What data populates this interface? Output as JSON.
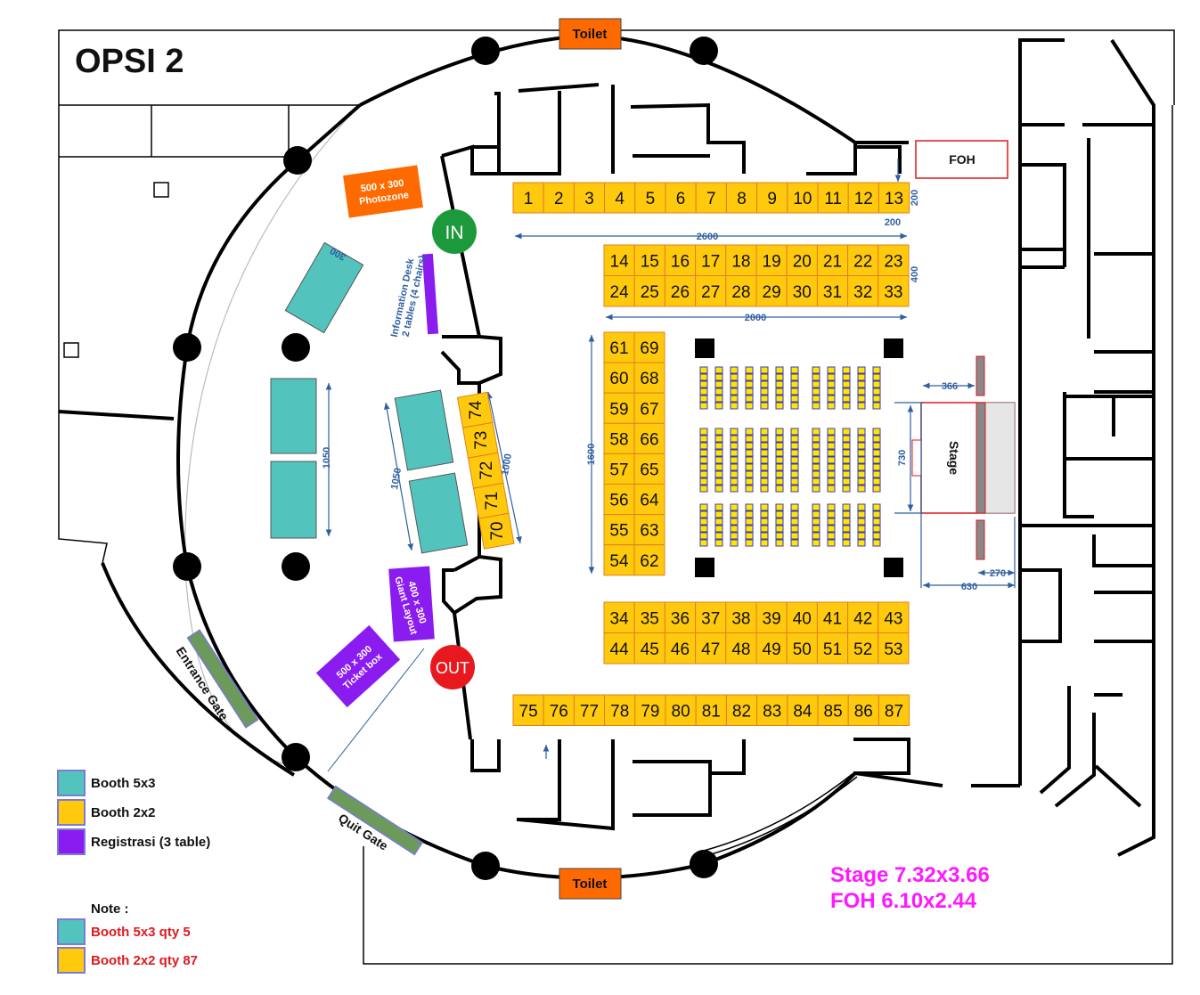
{
  "title": "OPSI 2",
  "labels": {
    "toilet_top": "Toilet",
    "toilet_bottom": "Toilet",
    "foh": "FOH",
    "stage": "Stage",
    "in": "IN",
    "out": "OUT",
    "photozone_size": "500 x 300",
    "photozone_name": "Photozone",
    "info_desk_line1": "Information Desk",
    "info_desk_line2": "2 tables (4 chairs)",
    "giant_layout_size": "400 x 300",
    "giant_layout_name": "Giant Layout",
    "ticket_box_size": "500 x 300",
    "ticket_box_name": "Ticket box",
    "entrance_gate": "Entrance Gate",
    "quit_gate": "Quit Gate"
  },
  "dimensions": {
    "d200_a": "200",
    "d200_b": "200",
    "d2600": "2600",
    "d400": "400",
    "d2000": "2000",
    "d300": "300",
    "d1050_left": "1050",
    "d1050_mid": "1050",
    "d1000": "1000",
    "d1600": "1600",
    "d366": "366",
    "d730": "730",
    "d270": "270",
    "d630": "630"
  },
  "booths_2x2": {
    "row1": [
      "1",
      "2",
      "3",
      "4",
      "5",
      "6",
      "7",
      "8",
      "9",
      "10",
      "11",
      "12",
      "13"
    ],
    "row2": [
      "14",
      "15",
      "16",
      "17",
      "18",
      "19",
      "20",
      "21",
      "22",
      "23"
    ],
    "row3": [
      "24",
      "25",
      "26",
      "27",
      "28",
      "29",
      "30",
      "31",
      "32",
      "33"
    ],
    "row4": [
      "34",
      "35",
      "36",
      "37",
      "38",
      "39",
      "40",
      "41",
      "42",
      "43"
    ],
    "row5": [
      "44",
      "45",
      "46",
      "47",
      "48",
      "49",
      "50",
      "51",
      "52",
      "53"
    ],
    "row6": [
      "75",
      "76",
      "77",
      "78",
      "79",
      "80",
      "81",
      "82",
      "83",
      "84",
      "85",
      "86",
      "87"
    ],
    "col_left": [
      "61",
      "60",
      "59",
      "58",
      "57",
      "56",
      "55",
      "54"
    ],
    "col_right": [
      "69",
      "68",
      "67",
      "66",
      "65",
      "64",
      "63",
      "62"
    ],
    "diag": [
      "74",
      "73",
      "72",
      "71",
      "70"
    ]
  },
  "legend": {
    "booth_5x3": "Booth 5x3",
    "booth_2x2": "Booth 2x2",
    "registrasi": "Registrasi (3 table)",
    "note": "Note :",
    "booth_5x3_qty": "Booth 5x3 qty 5",
    "booth_2x2_qty": "Booth 2x2 qty 87"
  },
  "specs": {
    "stage": "Stage 7.32x3.66",
    "foh": "FOH 6.10x2.44"
  },
  "colors": {
    "booth_5x3": "#52c4bd",
    "booth_2x2": "#ffc90e",
    "registrasi": "#8a1cf0",
    "toilet": "#ff6a00",
    "in_circle": "#1c9a3b",
    "out_circle": "#e8191e",
    "gate": "#6b9a5a",
    "dimension": "#2f5f9f",
    "specs_text": "#ff19ff"
  }
}
